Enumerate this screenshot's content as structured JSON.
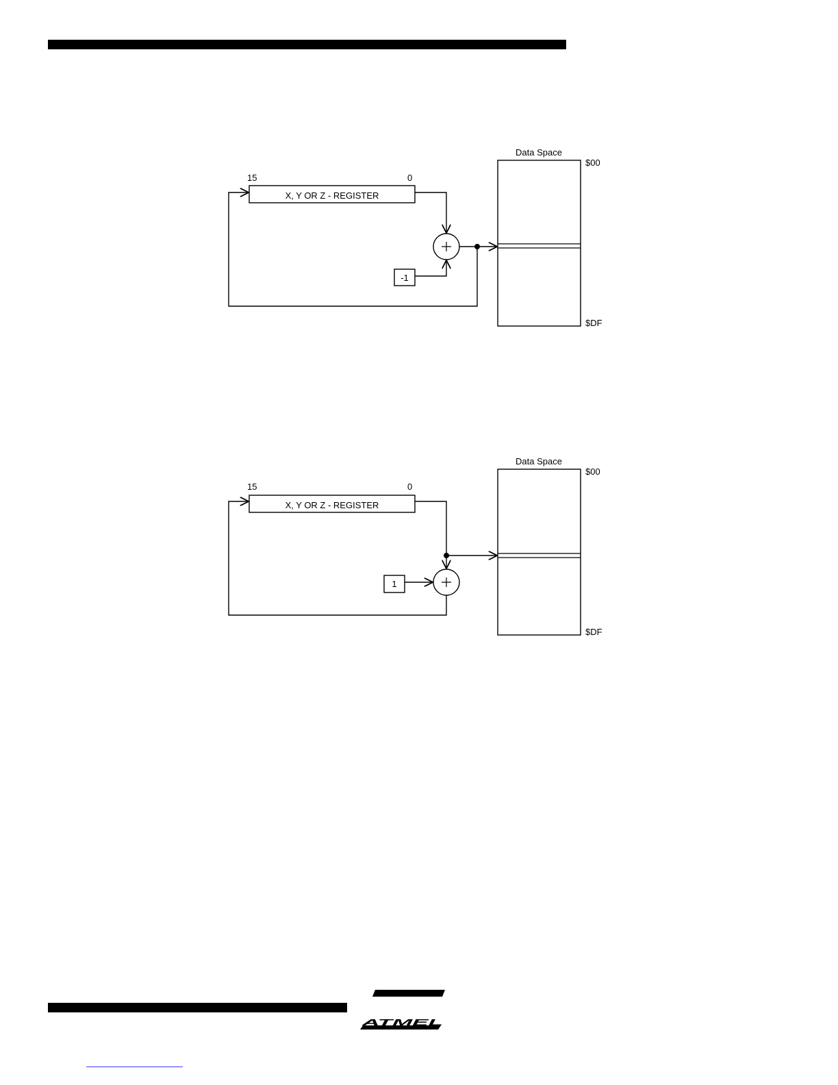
{
  "figure_predecrement": {
    "register_label": "X, Y OR Z - REGISTER",
    "bit_high": "15",
    "bit_low": "0",
    "constant": "-1",
    "memory_title": "Data Space",
    "addr_top": "$00",
    "addr_bottom": "$DF"
  },
  "figure_postincrement": {
    "register_label": "X, Y OR Z - REGISTER",
    "bit_high": "15",
    "bit_low": "0",
    "constant": "1",
    "memory_title": "Data Space",
    "addr_top": "$00",
    "addr_bottom": "$DF"
  },
  "footer": {
    "logo_text": "ATMEL"
  }
}
